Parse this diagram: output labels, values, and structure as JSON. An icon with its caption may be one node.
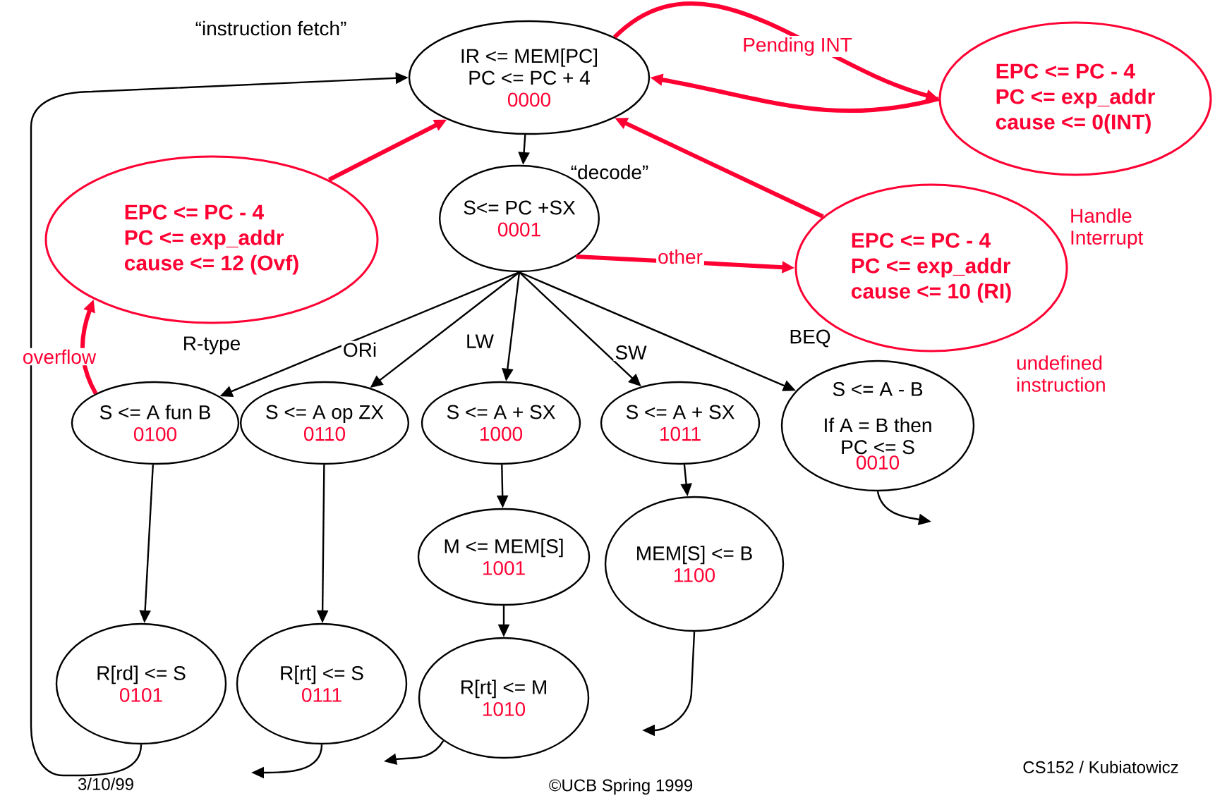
{
  "diagram": {
    "nodes": [
      {
        "text": [
          "IR <= MEM[PC]",
          "PC <= PC + 4",
          "0000"
        ],
        "beside": [
          "“instruction fetch”"
        ]
      },
      {
        "text": [
          "S<= PC +SX",
          "0001"
        ],
        "beside": [
          "“decode”"
        ]
      },
      {
        "text": [
          "EPC <= PC - 4",
          "PC <= exp_addr",
          "cause <= 12 (Ovf)"
        ]
      },
      {
        "text": [
          "EPC <= PC - 4",
          "PC <= exp_addr",
          "cause <= 0(INT)"
        ]
      },
      {
        "text": [
          "EPC <= PC - 4",
          "PC <= exp_addr",
          "cause <= 10 (RI)"
        ]
      },
      {
        "text": [
          "S <= A fun B",
          "0100"
        ]
      },
      {
        "text": [
          "S <= A op ZX",
          "0110"
        ]
      },
      {
        "text": [
          "S <= A + SX",
          "1000"
        ]
      },
      {
        "text": [
          "S <= A + SX",
          "1011"
        ]
      },
      {
        "text": [
          "S <= A - B",
          "If A = B then PC <= S",
          "0010"
        ]
      },
      {
        "text": [
          "M <= MEM[S]",
          "1001"
        ]
      },
      {
        "text": [
          "MEM[S] <= B",
          "1100"
        ]
      },
      {
        "text": [
          "R[rd] <= S",
          "0101"
        ]
      },
      {
        "text": [
          "R[rt] <= S",
          "0111"
        ]
      },
      {
        "text": [
          "R[rt] <= M",
          "1010"
        ]
      }
    ],
    "edges": [
      {
        "from": 0,
        "to": 1,
        "arrow": "to"
      },
      {
        "from": 1,
        "to": 5,
        "arrow": "to",
        "label": "R-type"
      },
      {
        "from": 1,
        "to": 6,
        "arrow": "to",
        "label": "ORi"
      },
      {
        "from": 1,
        "to": 7,
        "arrow": "to",
        "label": "LW"
      },
      {
        "from": 1,
        "to": 8,
        "arrow": "to",
        "label": "SW"
      },
      {
        "from": 1,
        "to": 9,
        "arrow": "to",
        "label": "BEQ"
      },
      {
        "from": 1,
        "to": 4,
        "arrow": "to",
        "label": "other",
        "style": "thick",
        "color": "#ff0033"
      },
      {
        "from": 0,
        "to": 3,
        "arrow": "to",
        "label": "Pending INT",
        "style": "thick",
        "color": "#ff0033"
      },
      {
        "from": 3,
        "to": 0,
        "arrow": "to",
        "style": "thick",
        "color": "#ff0033"
      },
      {
        "from": 4,
        "to": 0,
        "arrow": "to",
        "style": "thick",
        "color": "#ff0033"
      },
      {
        "from": 2,
        "to": 0,
        "arrow": "to",
        "style": "thick",
        "color": "#ff0033"
      },
      {
        "from": 5,
        "to": 2,
        "arrow": "to",
        "label": "overflow",
        "style": "thick",
        "color": "#ff0033"
      },
      {
        "from": 5,
        "to": 12,
        "arrow": "to"
      },
      {
        "from": 6,
        "to": 13,
        "arrow": "to"
      },
      {
        "from": 7,
        "to": 10,
        "arrow": "to"
      },
      {
        "from": 10,
        "to": 14,
        "arrow": "to"
      },
      {
        "from": 8,
        "to": 11,
        "arrow": "to"
      },
      {
        "from": 12,
        "to": 0,
        "arrow": "to"
      },
      {
        "from": 13,
        "to": null,
        "arrow": "to"
      },
      {
        "from": 14,
        "to": null,
        "arrow": "to"
      },
      {
        "from": 11,
        "to": null,
        "arrow": "to"
      },
      {
        "from": 9,
        "to": null,
        "arrow": "to"
      }
    ],
    "labels": [
      "Handle Interrupt",
      "undefined instruction",
      "3/10/99",
      "©UCB Spring 1999",
      "CS152 / Kubiatowicz"
    ]
  }
}
